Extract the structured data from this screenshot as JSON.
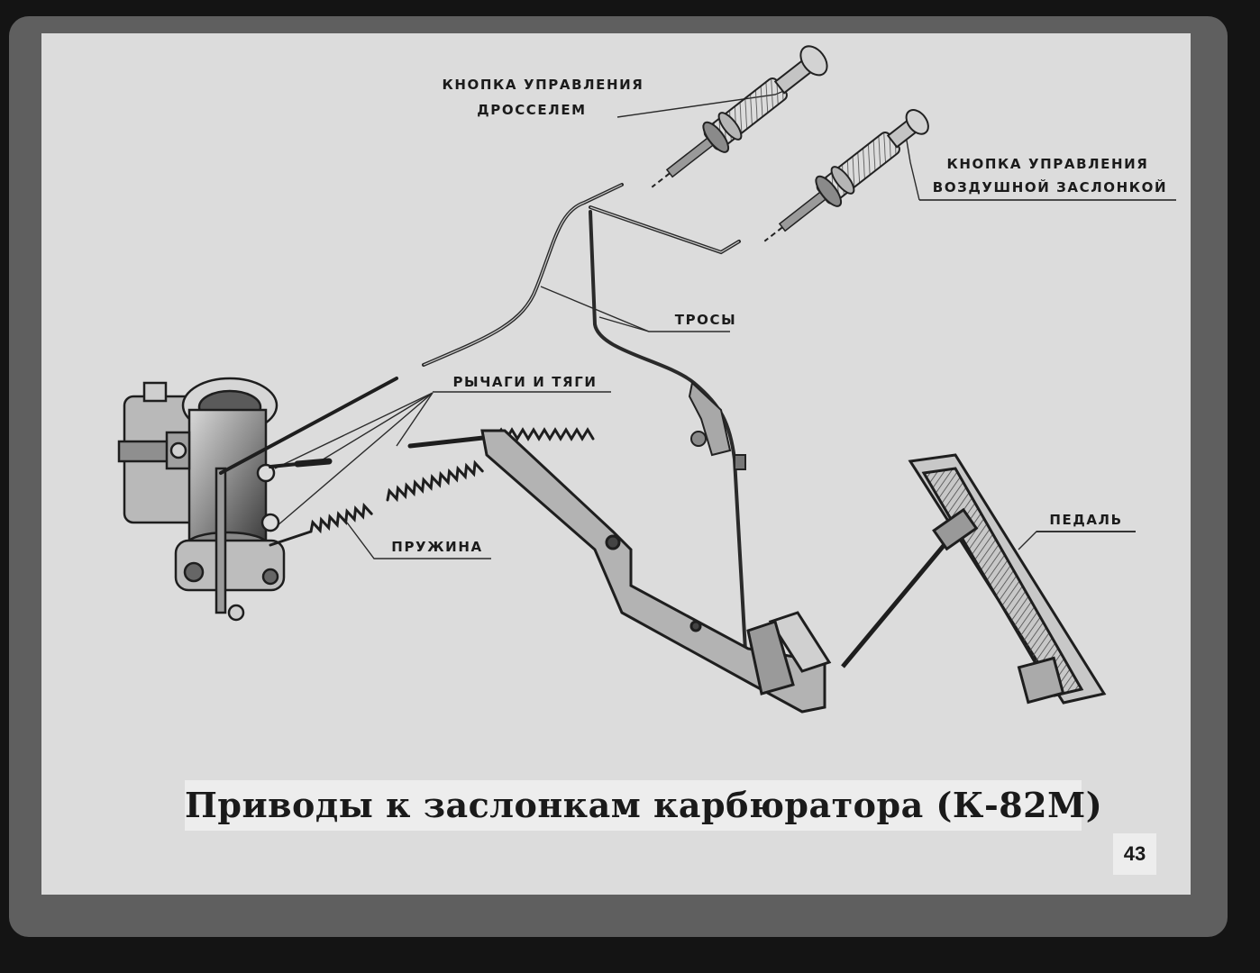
{
  "diagram": {
    "title": "Приводы к заслонкам карбюратора (К-82М)",
    "page_number": "43",
    "labels": {
      "throttle_knob_line1": "КНОПКА УПРАВЛЕНИЯ",
      "throttle_knob_line2": "ДРОССЕЛЕМ",
      "choke_knob_line1": "КНОПКА УПРАВЛЕНИЯ",
      "choke_knob_line2": "ВОЗДУШНОЙ ЗАСЛОНКОЙ",
      "cables": "ТРОСЫ",
      "levers_rods": "РЫЧАГИ И ТЯГИ",
      "spring": "ПРУЖИНА",
      "pedal": "ПЕДАЛЬ"
    }
  }
}
